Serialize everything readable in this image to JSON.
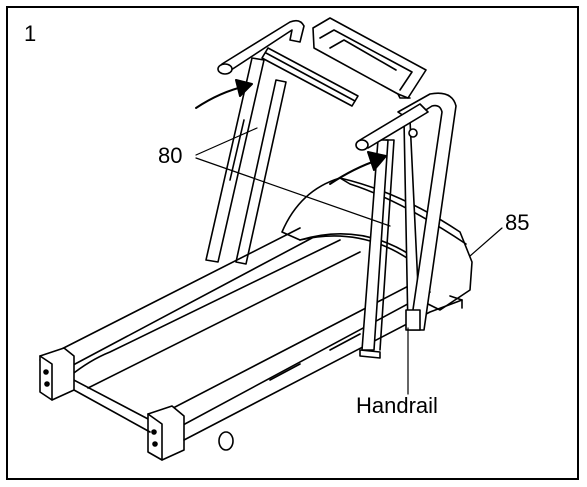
{
  "figure": {
    "step_number": "1",
    "callouts": {
      "part_80": "80",
      "part_85": "85",
      "handrail": "Handrail"
    }
  }
}
